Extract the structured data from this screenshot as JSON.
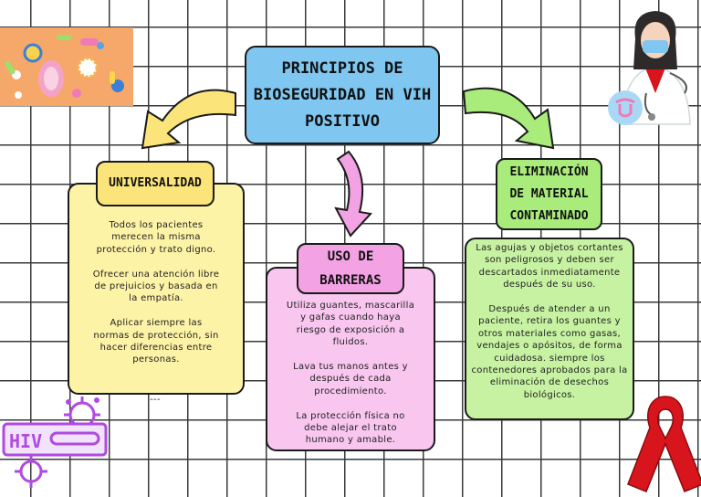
{
  "title": "PRINCIPIOS DE\nBIOSEGURIDAD EN VIH\nPOSITIVO",
  "universalidad": {
    "heading": "UNIVERSALIDAD",
    "text": "Todos los pacientes\nmerecen la misma\nprotección y trato digno.\n\nOfrecer una atención libre\nde prejuicios y basada en\nla empatía.\n\nAplicar siempre las\nnormas de protección, sin\nhacer diferencias entre\npersonas.",
    "footer": "---"
  },
  "barreras": {
    "heading": "USO DE\nBARRERAS",
    "text": "Utiliza guantes, mascarilla\ny gafas cuando haya\nriesgo de exposición a\nfluidos.\n\nLava tus manos antes y\ndespués de cada\nprocedimiento.\n\nLa protección física no\ndebe alejar el trato\nhumano y amable."
  },
  "eliminacion": {
    "heading": "ELIMINACIÓN\nDE MATERIAL\nCONTAMINADO",
    "text": "Las agujas y objetos cortantes\nson peligrosos y deben ser\ndescartados inmediatamente\ndespués de su uso.\n\nDespués de atender a un\npaciente, retira los guantes y\notros materiales como gasas,\nvendajes o apósitos, de forma\ncuidadosa.  siempre los\ncontenedores aprobados para la\neliminación de desechos\nbiológicos."
  },
  "hiv_label": "HIV",
  "colors": {
    "title_bg": "#7fc6f0",
    "yellow": "#fdf3a6",
    "yellow_head": "#fbe57a",
    "pink": "#f8c6ef",
    "pink_head": "#f3a2e4",
    "green": "#c6f2a2",
    "green_head": "#a9ec7b",
    "purple": "#b04ae0",
    "ribbon": "#d8151c"
  },
  "icons": [
    "bacteria-icon",
    "doctor-icon",
    "virus-icon",
    "awareness-ribbon-icon"
  ]
}
